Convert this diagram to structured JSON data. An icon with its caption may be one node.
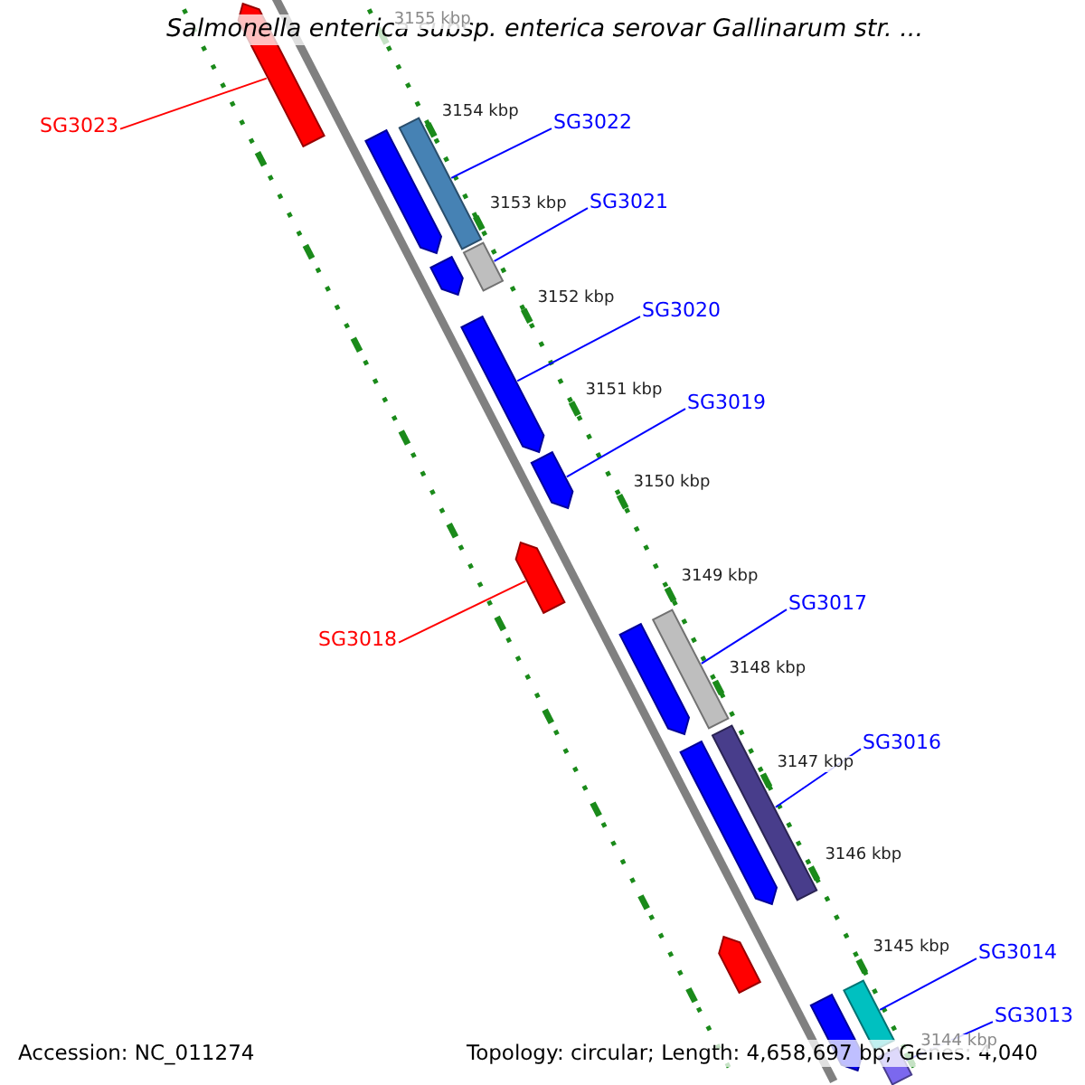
{
  "diagram": {
    "title": "Salmonella enterica subsp. enterica serovar Gallinarum str. ...",
    "nodes": [
      {
        "text": [
          "SG3023"
        ]
      },
      {
        "text": [
          "SG3022"
        ]
      },
      {
        "text": [
          "SG3021"
        ]
      },
      {
        "text": [
          "SG3020"
        ]
      },
      {
        "text": [
          "SG3019"
        ]
      },
      {
        "text": [
          "SG3017"
        ]
      },
      {
        "text": [
          "SG3018"
        ]
      },
      {
        "text": [
          "SG3016"
        ]
      },
      {
        "text": [
          "SG3014"
        ]
      },
      {
        "text": [
          "SG3013"
        ]
      },
      {
        "text": [],
        "shape": "bar"
      },
      {
        "text": [],
        "shape": "bar"
      },
      {
        "text": [],
        "shape": "bar"
      },
      {
        "text": [],
        "shape": "bar"
      },
      {
        "text": [],
        "shape": "bar"
      },
      {
        "text": [],
        "shape": "bar"
      },
      {
        "text": [],
        "shape": "bar"
      },
      {
        "text": [],
        "shape": "bar"
      },
      {
        "text": [],
        "shape": "bar"
      },
      {
        "text": [],
        "shape": "bar"
      },
      {
        "text": [],
        "shape": "bar"
      },
      {
        "text": [],
        "shape": "bar"
      },
      {
        "text": [],
        "shape": "bar"
      },
      {
        "text": [],
        "shape": "bar"
      },
      {
        "text": [],
        "shape": "bar"
      },
      {
        "text": [],
        "shape": "bar"
      }
    ],
    "edges": [
      {
        "from": 0,
        "to": 10,
        "arrow": "none",
        "color": "#ff0000"
      },
      {
        "from": 1,
        "to": 11,
        "arrow": "none"
      },
      {
        "from": 2,
        "to": 13,
        "arrow": "none"
      },
      {
        "from": 3,
        "to": 15,
        "arrow": "none"
      },
      {
        "from": 4,
        "to": 16,
        "arrow": "none"
      },
      {
        "from": 5,
        "to": 18,
        "arrow": "none"
      },
      {
        "from": 6,
        "to": 17,
        "arrow": "none",
        "color": "#ff0000"
      },
      {
        "from": 7,
        "to": 20,
        "arrow": "none"
      },
      {
        "from": 8,
        "to": 23,
        "arrow": "none"
      },
      {
        "from": 9,
        "to": 25,
        "arrow": "none"
      }
    ],
    "labels": [
      "3155 kbp",
      "3154 kbp",
      "3153 kbp",
      "3152 kbp",
      "3151 kbp",
      "3150 kbp",
      "3149 kbp",
      "3148 kbp",
      "3147 kbp",
      "3146 kbp",
      "3145 kbp",
      "3144 kbp",
      "Accession: NC_011274",
      "Topology: circular; Length: 4,658,697 bp; Genes: 4,040"
    ]
  }
}
